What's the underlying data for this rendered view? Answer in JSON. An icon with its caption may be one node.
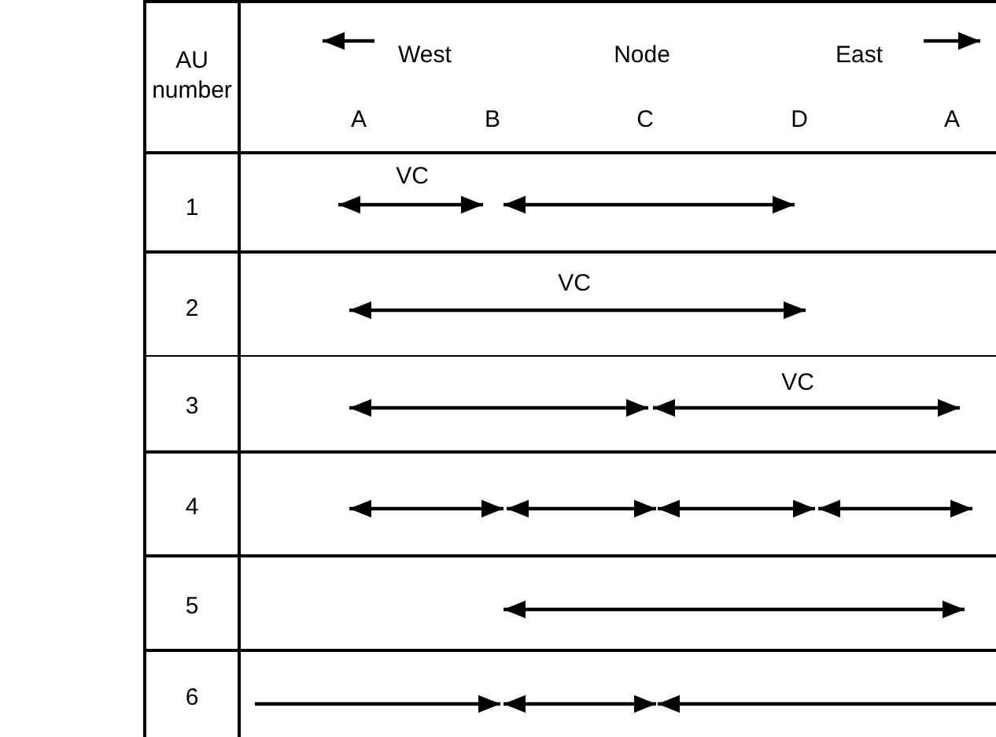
{
  "diagram": {
    "labels": [
      "AU number",
      "West",
      "Node",
      "East",
      "A",
      "B",
      "C",
      "D",
      "A",
      "1",
      "VC",
      "2",
      "VC",
      "3",
      "VC",
      "4",
      "5",
      "6"
    ]
  }
}
